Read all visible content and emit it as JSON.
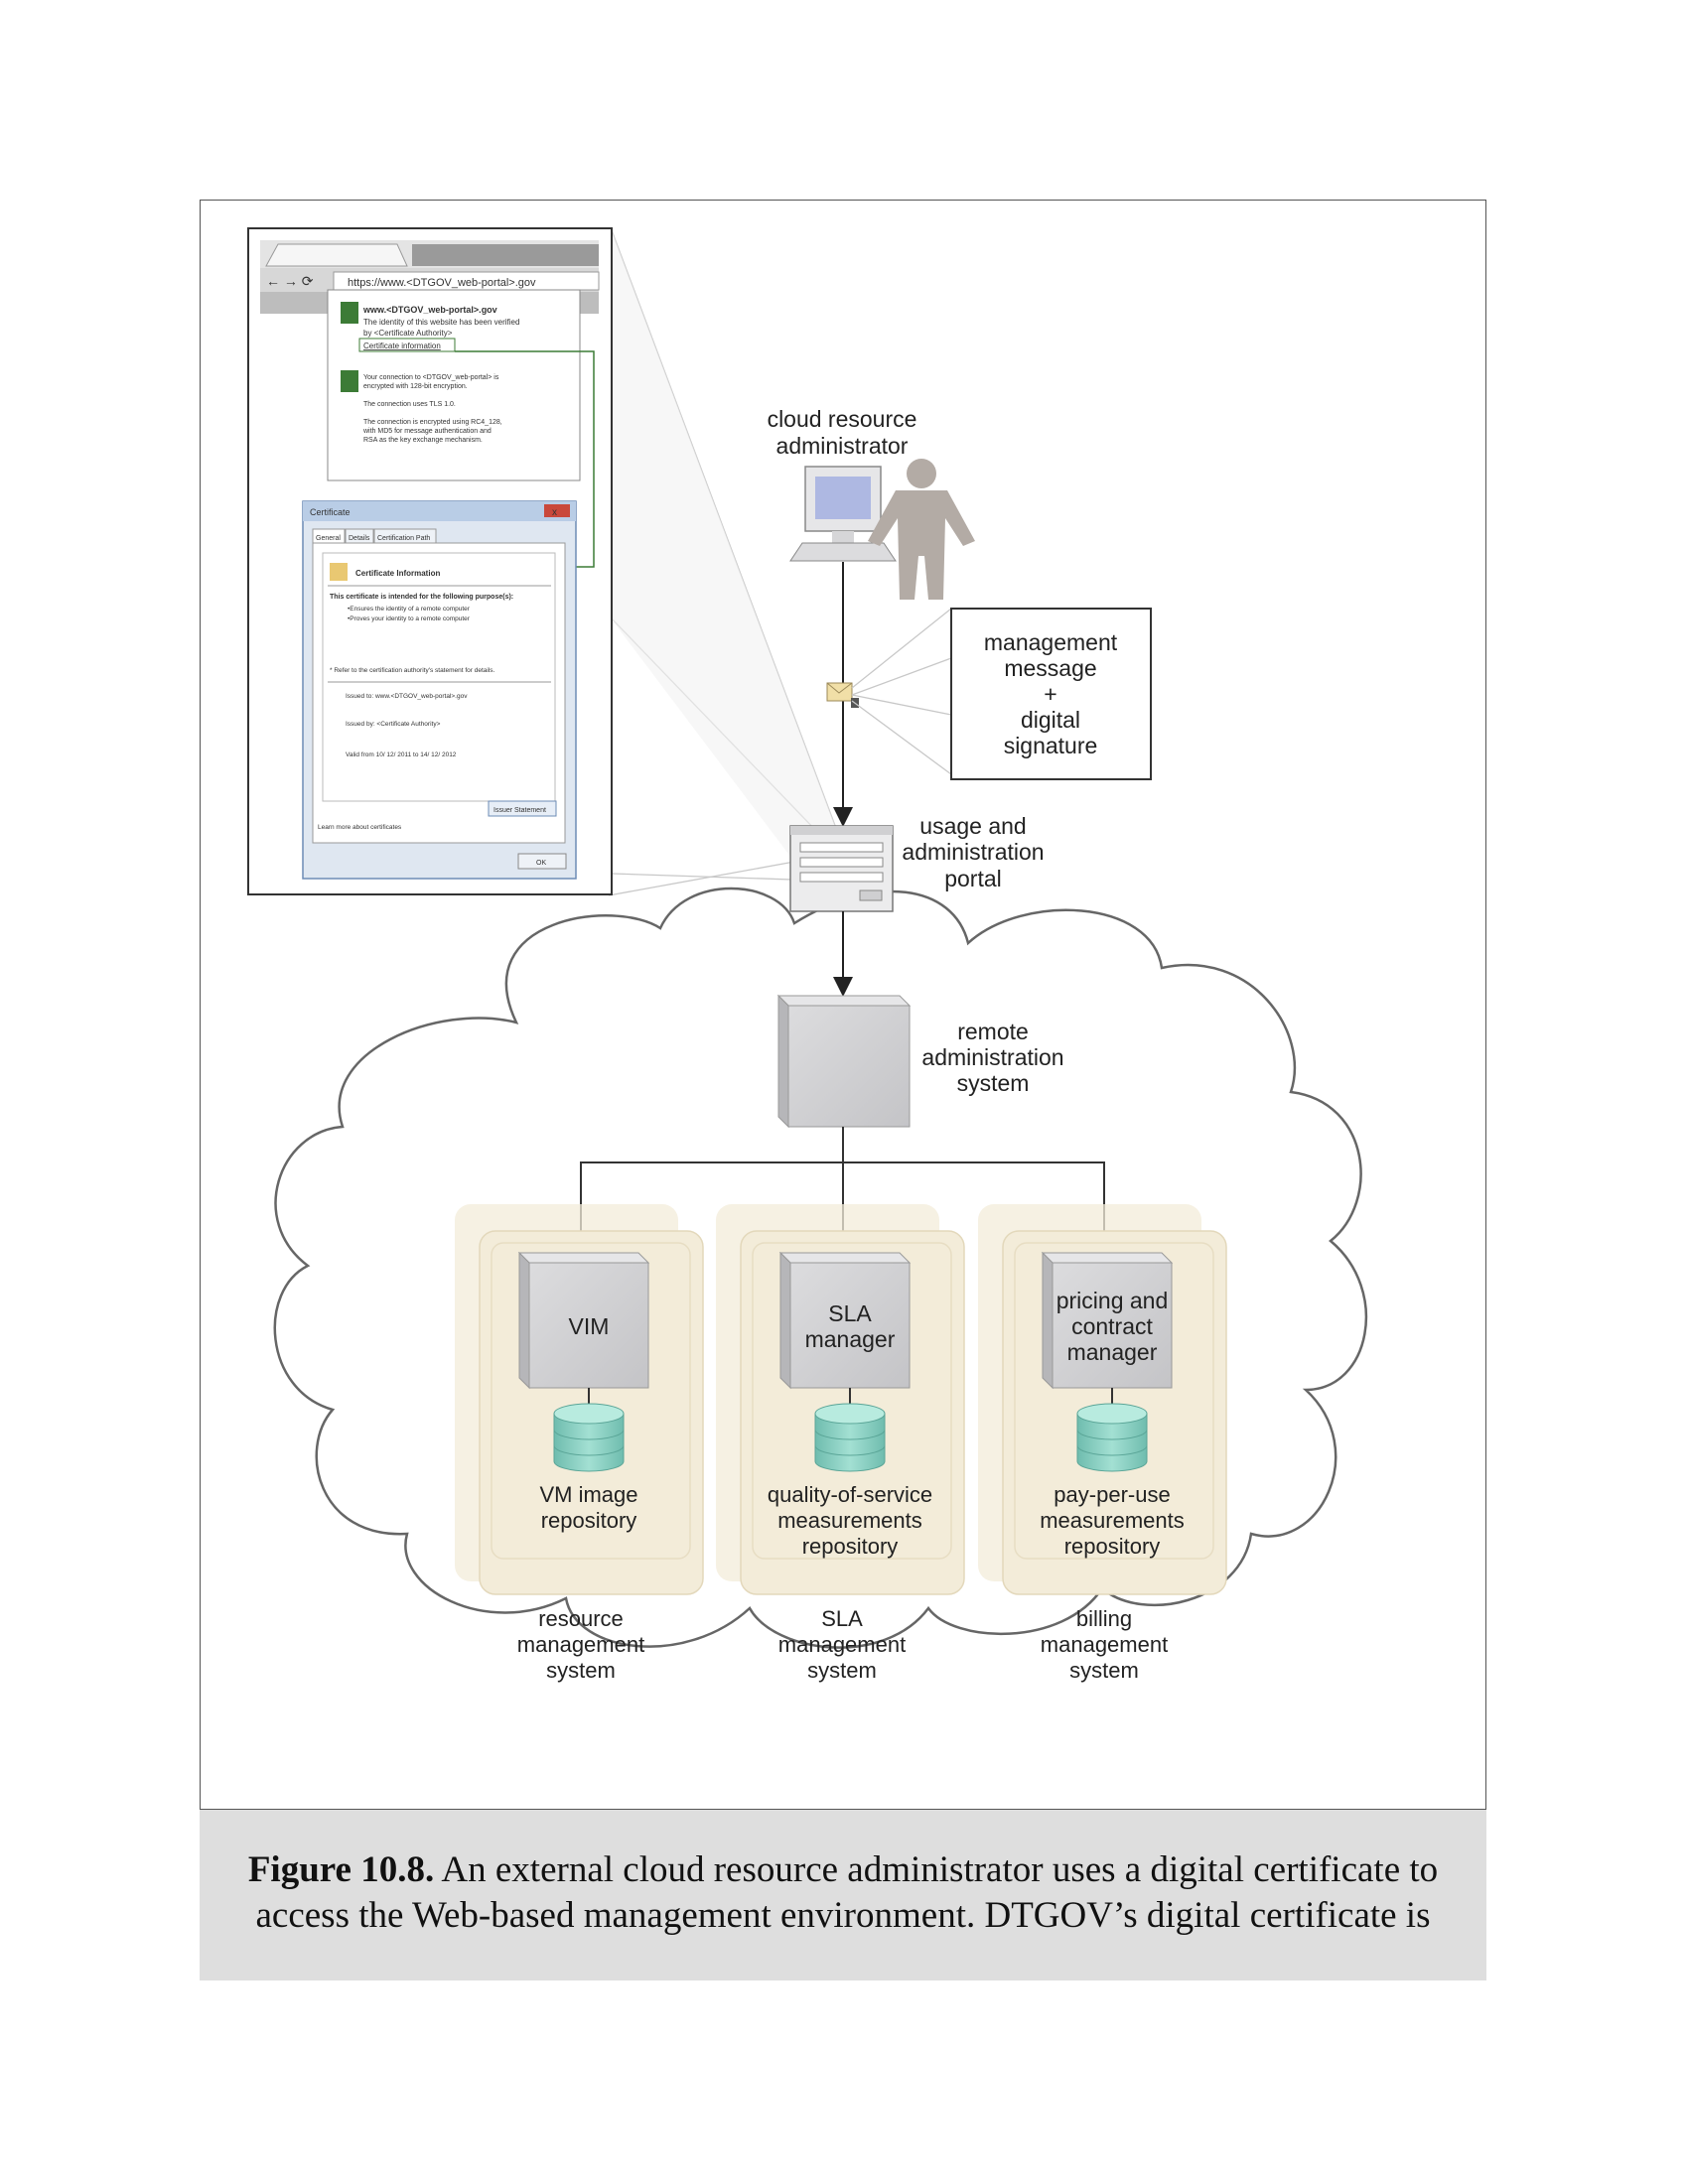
{
  "diagram": {
    "actor_label": [
      "cloud resource",
      "administrator"
    ],
    "message_label": [
      "management",
      "message",
      "+",
      "digital",
      "signature"
    ],
    "portal_label": [
      "usage and",
      "administration",
      "portal"
    ],
    "remote_admin_label": [
      "remote",
      "administration",
      "system"
    ],
    "modules": [
      {
        "component_label": [
          "VIM"
        ],
        "repository_label": [
          "VM image",
          "repository"
        ],
        "system_label": [
          "resource",
          "management",
          "system"
        ]
      },
      {
        "component_label": [
          "SLA",
          "manager"
        ],
        "repository_label": [
          "quality-of-service",
          "measurements",
          "repository"
        ],
        "system_label": [
          "SLA",
          "management",
          "system"
        ]
      },
      {
        "component_label": [
          "pricing and",
          "contract",
          "manager"
        ],
        "repository_label": [
          "pay-per-use",
          "measurements",
          "repository"
        ],
        "system_label": [
          "billing",
          "management",
          "system"
        ]
      }
    ],
    "browser_screenshot": {
      "url": "https://www.<DTGOV_web-portal>.gov",
      "site_title": "www.<DTGOV_web-portal>.gov",
      "identity_lines": [
        "The identity of this website has been verified",
        "by <Certificate Authority>"
      ],
      "certificate_link": "Certificate information",
      "connection_lines": [
        "Your connection to <DTGOV_web-portal> is",
        "encrypted with 128-bit encryption.",
        "",
        "The connection uses TLS 1.0.",
        "",
        "The connection is encrypted using RC4_128,",
        "with MD5 for message authentication and",
        "RSA as the key exchange mechanism."
      ],
      "dialog_title": "Certificate",
      "tabs": [
        "General",
        "Details",
        "Certification Path"
      ],
      "info_heading": "Certificate Information",
      "purpose_heading": "This certificate is intended for the following purpose(s):",
      "purposes": [
        "•Ensures the identity of a remote computer",
        "•Proves your identity to a remote computer"
      ],
      "refer_note": "* Refer to the certification authority's statement for details.",
      "issued_to": "Issued to:  www.<DTGOV_web-portal>.gov",
      "issued_by": "Issued by:   <Certificate Authority>",
      "valid_from": "Valid from   10/ 12/ 2011  to   14/ 12/ 2012",
      "issuer_button": "Issuer Statement",
      "learn_more": "Learn more about certificates",
      "ok_button": "OK"
    }
  },
  "caption": {
    "label": "Figure 10.8.",
    "text": " An external cloud resource administrator uses a digital certificate to access the Web-based management environment. DTGOV’s digital certificate is"
  },
  "colors": {
    "frame_border": "#555555",
    "caption_background": "#dedede",
    "module_fill": "#f3ecd9",
    "database_fill": "#8fd2c4",
    "box_fill": "#d2d2d4"
  }
}
